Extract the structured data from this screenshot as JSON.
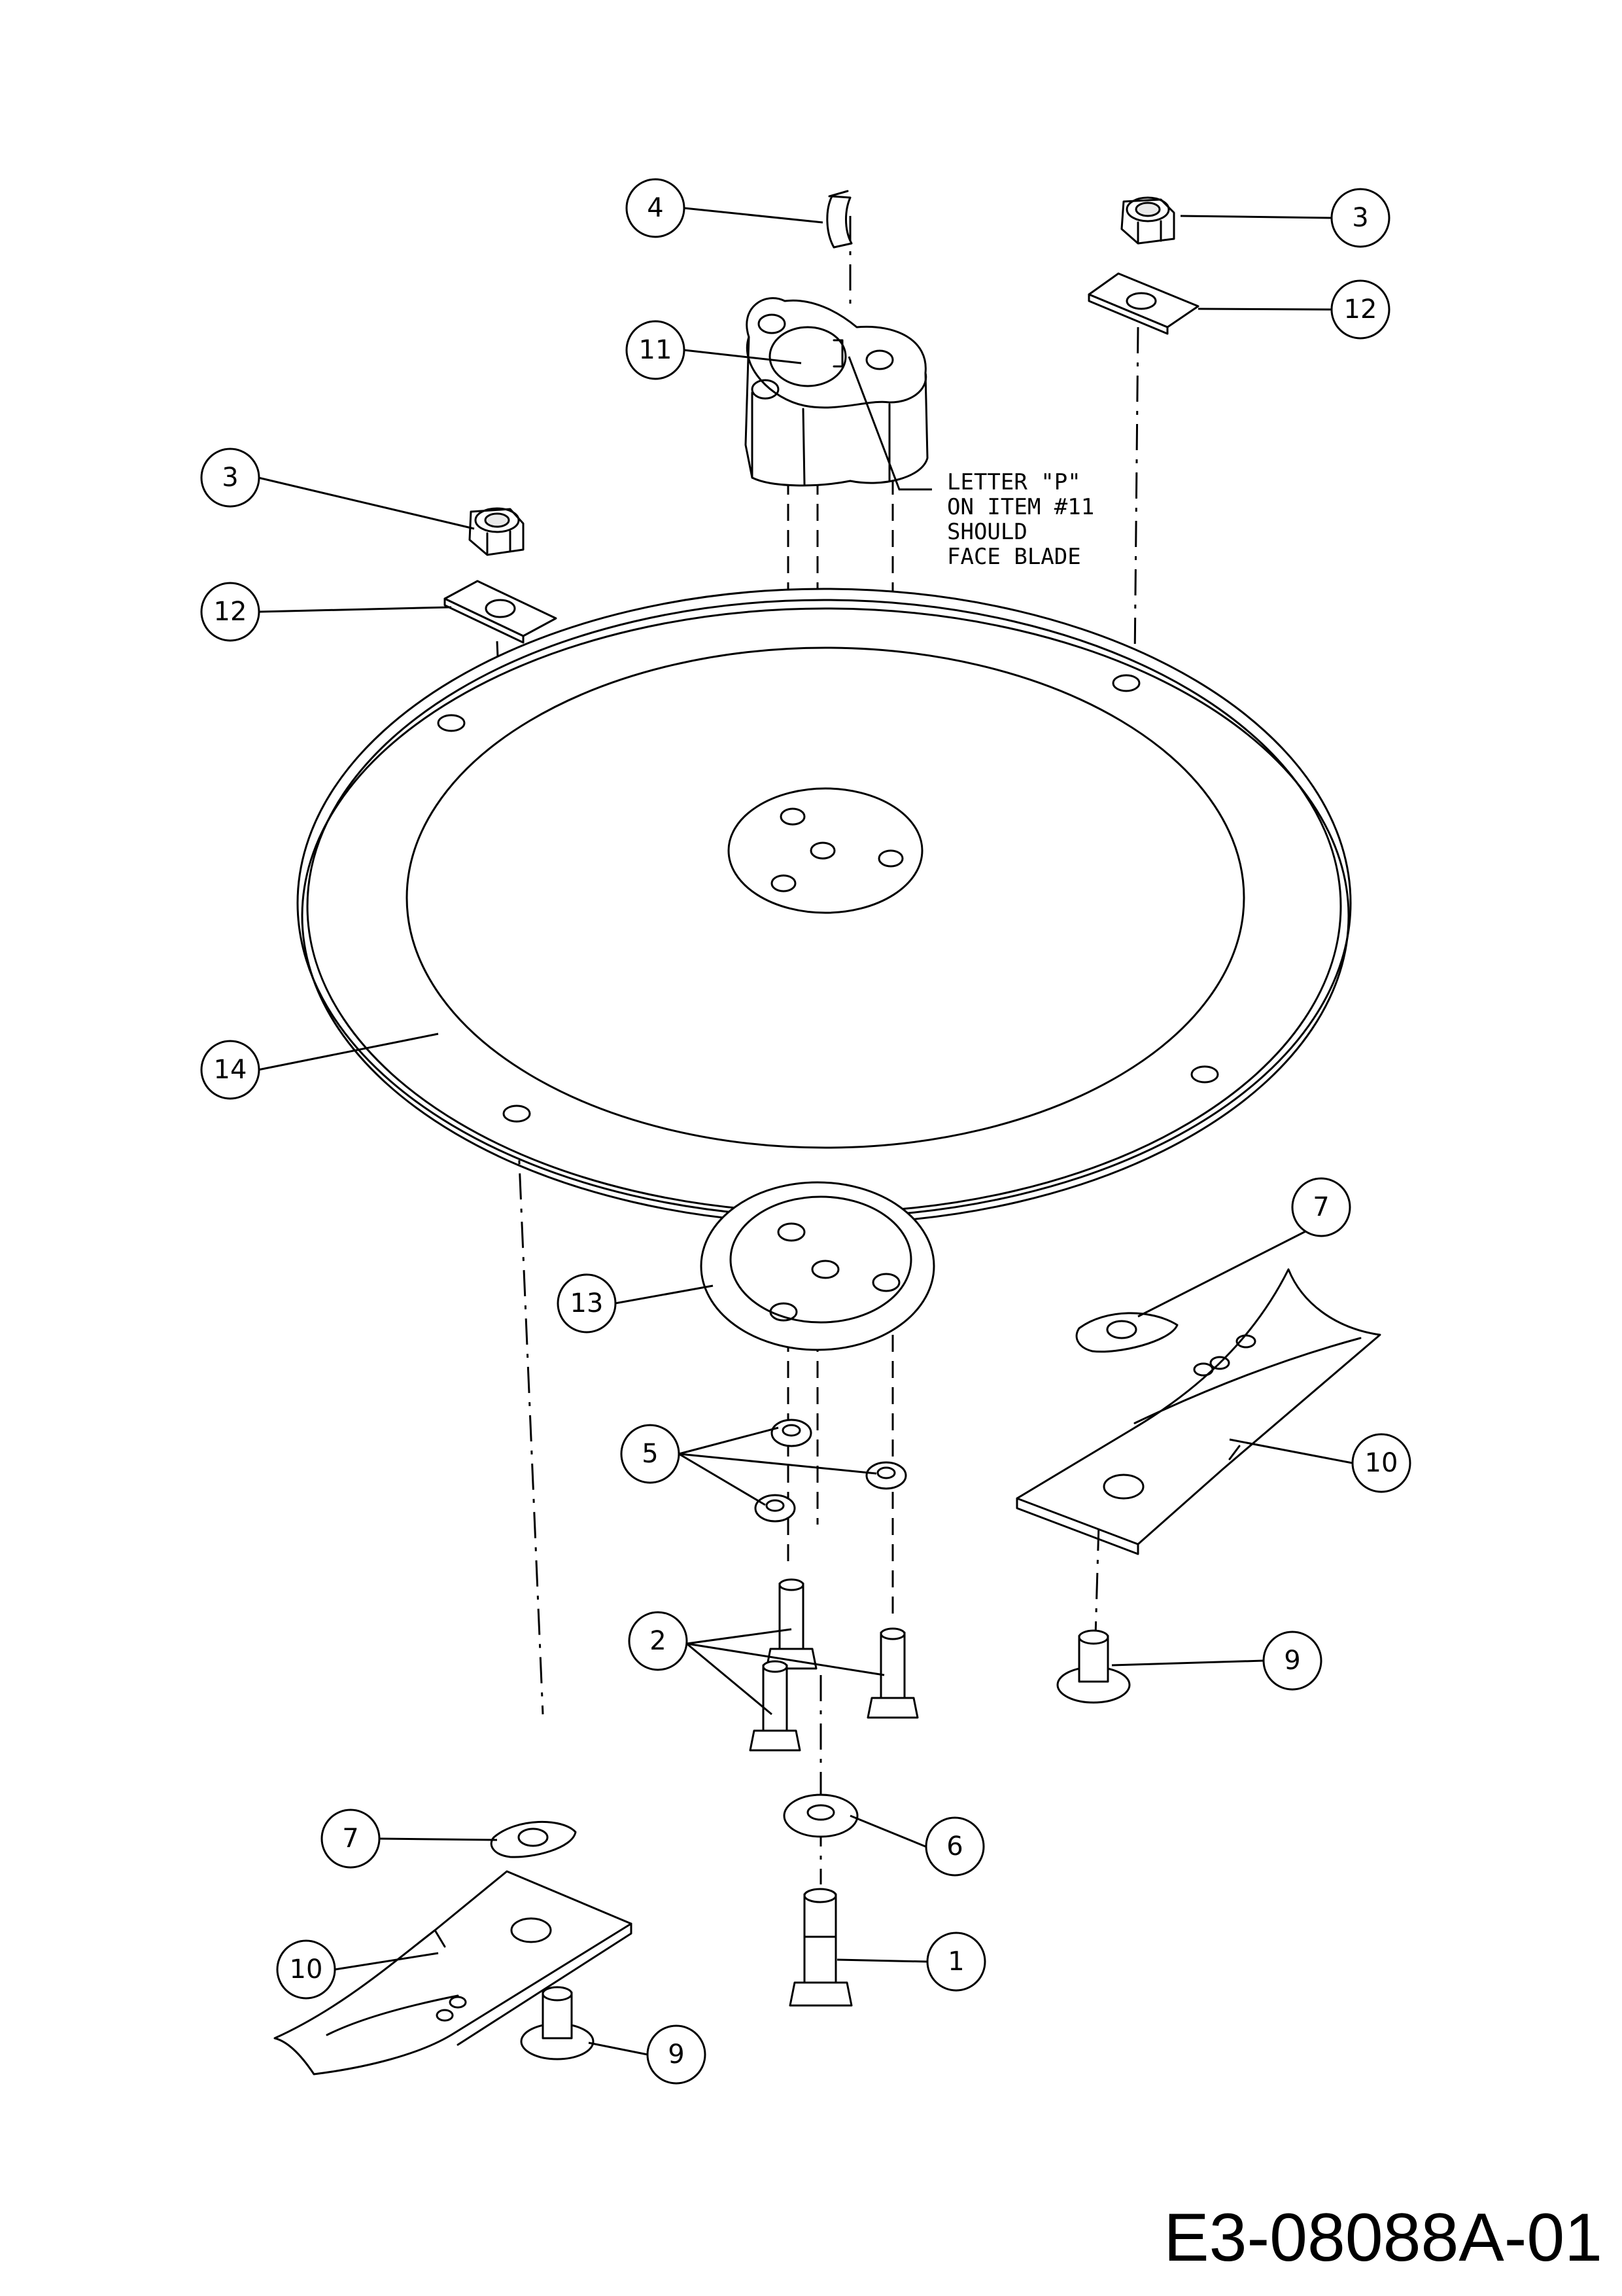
{
  "callouts": {
    "c1": "1",
    "c2": "2",
    "c3a": "3",
    "c3b": "3",
    "c4": "4",
    "c5": "5",
    "c6": "6",
    "c7a": "7",
    "c7b": "7",
    "c9a": "9",
    "c9b": "9",
    "c10a": "10",
    "c10b": "10",
    "c11": "11",
    "c12a": "12",
    "c12b": "12",
    "c13": "13",
    "c14": "14"
  },
  "note": {
    "line1": "LETTER \"P\"",
    "line2": "ON ITEM #11",
    "line3": "SHOULD",
    "line4": "FACE BLADE"
  },
  "drawing_code": "E3-08088A-01"
}
